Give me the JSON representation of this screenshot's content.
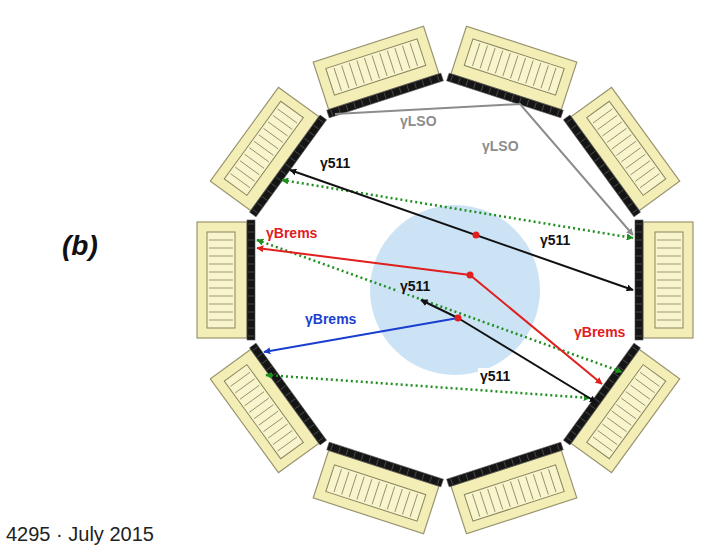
{
  "diagram": {
    "labels": [
      "(b)",
      "γLSO",
      "γLSO",
      "γ511",
      "γ511",
      "γBrems",
      "γBrems",
      "γBrems",
      "γ511",
      "γ511",
      "4295 · July 2015"
    ]
  }
}
